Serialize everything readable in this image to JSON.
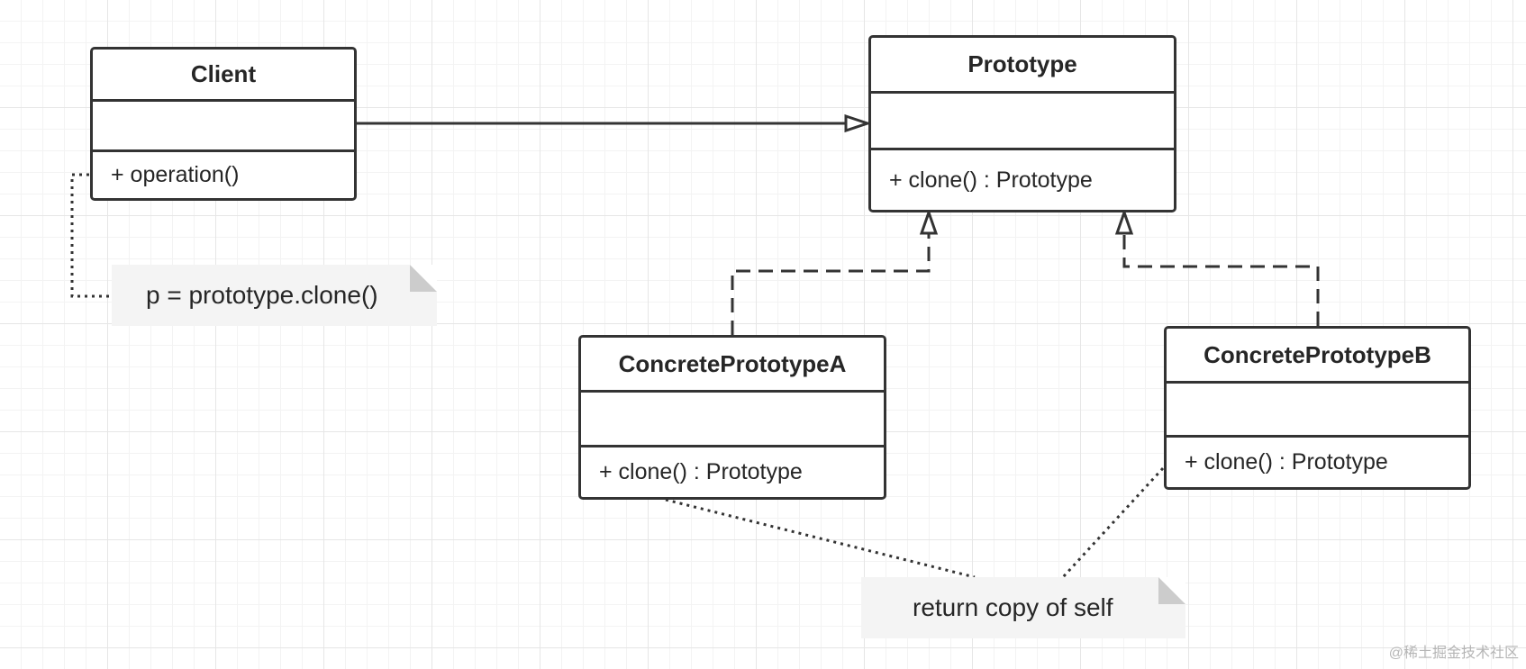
{
  "classes": {
    "client": {
      "name": "Client",
      "operation": "+ operation()"
    },
    "prototype": {
      "name": "Prototype",
      "operation": "+ clone() : Prototype"
    },
    "concrete_a": {
      "name": "ConcretePrototypeA",
      "operation": "+ clone() : Prototype"
    },
    "concrete_b": {
      "name": "ConcretePrototypeB",
      "operation": "+ clone() : Prototype"
    }
  },
  "notes": {
    "client_note": "p = prototype.clone()",
    "clone_note": "return copy of self"
  },
  "watermark": "@稀土掘金技术社区",
  "colors": {
    "line": "#333333",
    "note_bg": "#f4f4f4",
    "grid": "#e6e6e6"
  }
}
